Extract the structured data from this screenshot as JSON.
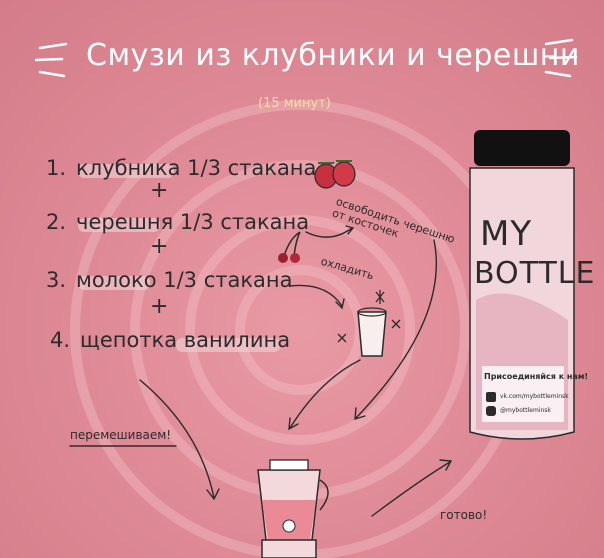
{
  "title": "Смузи из клубники и черешни",
  "subtitle": "(15 минут)",
  "steps": [
    {
      "num": "1.",
      "text": "клубника 1/3 стакана"
    },
    {
      "num": "2.",
      "text": "черешня 1/3 стакана"
    },
    {
      "num": "3.",
      "text": "молоко 1/3 стакана"
    },
    {
      "num": "4.",
      "text": "щепотка ванилина"
    }
  ],
  "plus": "+",
  "notes": {
    "pits": "освободить черешню от косточек",
    "chill": "охладить",
    "mix": "перемешиваем!",
    "done": "готово!"
  },
  "bottle": {
    "brand_line1": "MY",
    "brand_line2": "BOTTLE",
    "join": "Присоединяйся к нам!",
    "vk": "vk.com/mybottleminsk",
    "insta": "@mybottleminsk"
  },
  "colors": {
    "background": "#df8b97",
    "title": "#ffffff",
    "subtitle": "#f3e19a",
    "ink": "#2b2b2b"
  }
}
